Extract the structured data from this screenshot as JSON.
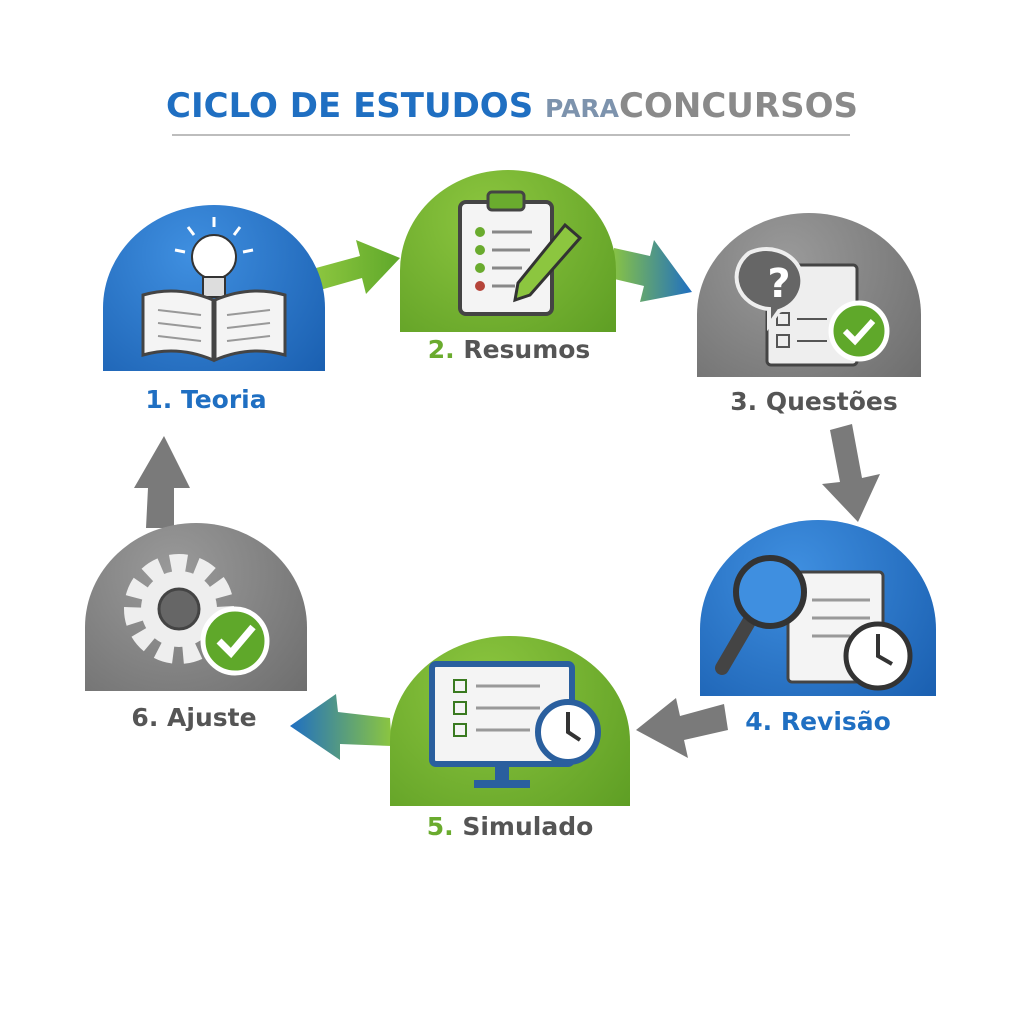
{
  "title": {
    "part1": "CICLO DE ESTUDOS",
    "part2": "PARA",
    "part3": "CONCURSOS"
  },
  "steps": [
    {
      "number": "1.",
      "label": "Teoria",
      "icon": "book-lightbulb-icon",
      "color": "#1f6fc2"
    },
    {
      "number": "2.",
      "label": "Resumos",
      "icon": "clipboard-pencil-icon",
      "color": "#6aab2e"
    },
    {
      "number": "3.",
      "label": "Questões",
      "icon": "question-checklist-icon",
      "color": "#7a7a7a"
    },
    {
      "number": "4.",
      "label": "Revisão",
      "icon": "magnifier-clock-icon",
      "color": "#1f6fc2"
    },
    {
      "number": "5.",
      "label": "Simulado",
      "icon": "monitor-checklist-clock-icon",
      "color": "#6aab2e"
    },
    {
      "number": "6.",
      "label": "Ajuste",
      "icon": "gear-check-icon",
      "color": "#7a7a7a"
    }
  ]
}
